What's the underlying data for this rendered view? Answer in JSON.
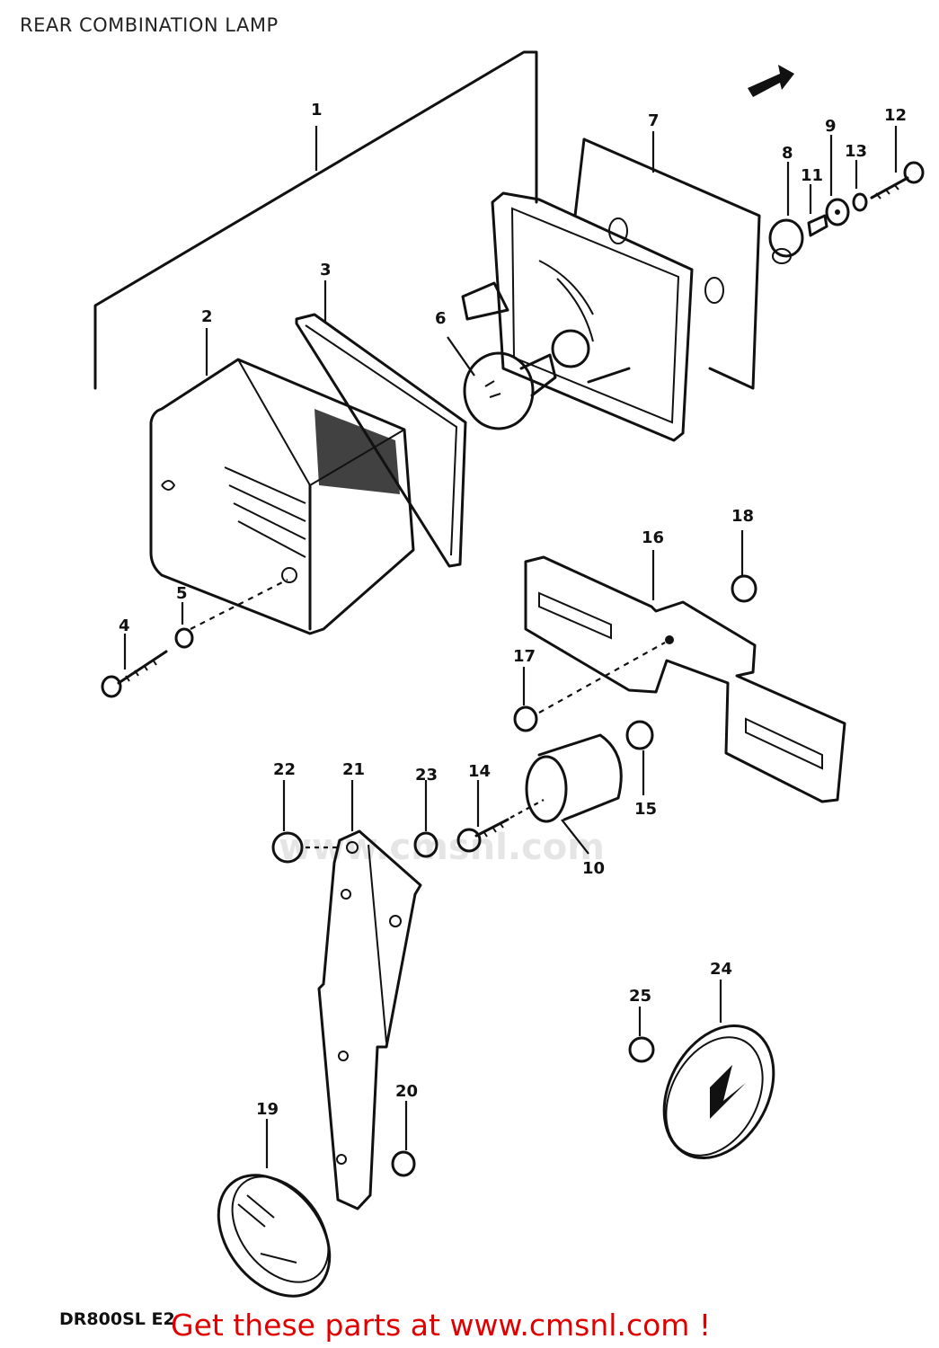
{
  "title": "REAR COMBINATION LAMP",
  "model_code": "DR800SL E2",
  "cta_text": "Get these parts at www.cmsnl.com !",
  "watermark_text": "www.cmsnl.com",
  "colors": {
    "line": "#111111",
    "cta": "#e00000",
    "background": "#ffffff"
  },
  "parts": [
    {
      "id": "p1",
      "label": "1"
    },
    {
      "id": "p2",
      "label": "2"
    },
    {
      "id": "p3",
      "label": "3"
    },
    {
      "id": "p4",
      "label": "4"
    },
    {
      "id": "p5",
      "label": "5"
    },
    {
      "id": "p6",
      "label": "6"
    },
    {
      "id": "p7",
      "label": "7"
    },
    {
      "id": "p8",
      "label": "8"
    },
    {
      "id": "p9",
      "label": "9"
    },
    {
      "id": "p10",
      "label": "10"
    },
    {
      "id": "p11",
      "label": "11"
    },
    {
      "id": "p12",
      "label": "12"
    },
    {
      "id": "p13",
      "label": "13"
    },
    {
      "id": "p14",
      "label": "14"
    },
    {
      "id": "p15",
      "label": "15"
    },
    {
      "id": "p16",
      "label": "16"
    },
    {
      "id": "p17",
      "label": "17"
    },
    {
      "id": "p18",
      "label": "18"
    },
    {
      "id": "p19",
      "label": "19"
    },
    {
      "id": "p20",
      "label": "20"
    },
    {
      "id": "p21",
      "label": "21"
    },
    {
      "id": "p22",
      "label": "22"
    },
    {
      "id": "p23",
      "label": "23"
    },
    {
      "id": "p24",
      "label": "24"
    },
    {
      "id": "p25",
      "label": "25"
    }
  ]
}
